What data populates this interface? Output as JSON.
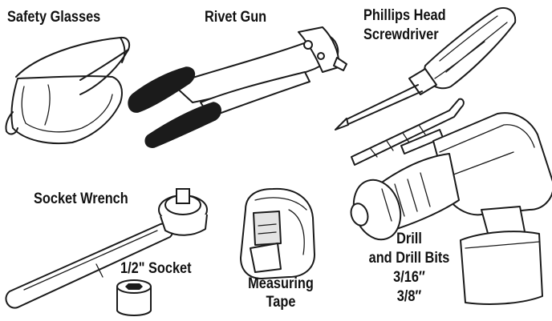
{
  "labels": {
    "safety_glasses": "Safety Glasses",
    "rivet_gun": "Rivet Gun",
    "screwdriver_line1": "Phillips Head",
    "screwdriver_line2": "Screwdriver",
    "socket_wrench": "Socket Wrench",
    "socket": "1/2\" Socket",
    "measuring_tape_line1": "Measuring",
    "measuring_tape_line2": "Tape",
    "drill_line1": "Drill",
    "drill_line2": "and Drill Bits",
    "drill_bit_1": "3/16″",
    "drill_bit_2": "3/8″"
  },
  "colors": {
    "ink": "#1a1a1a",
    "grip": "#1b1b1b",
    "background": "#ffffff"
  },
  "icons": [
    "safety-glasses-icon",
    "rivet-gun-icon",
    "screwdriver-icon",
    "socket-wrench-icon",
    "socket-icon",
    "measuring-tape-icon",
    "drill-icon",
    "drill-bits-icon"
  ]
}
